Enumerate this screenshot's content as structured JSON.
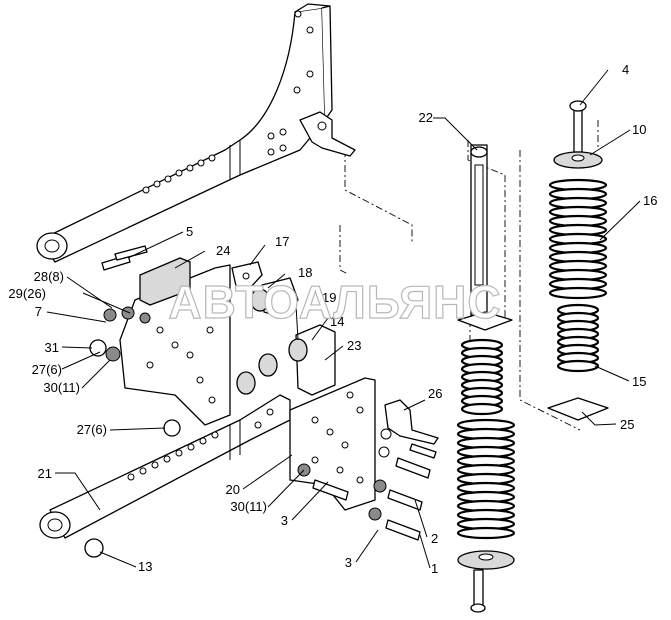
{
  "watermark": "АВТОАЛЬЯНС",
  "callouts": [
    "1",
    "2",
    "3",
    "3",
    "4",
    "5",
    "7",
    "10",
    "13",
    "14",
    "15",
    "16",
    "17",
    "18",
    "19",
    "20",
    "21",
    "22",
    "23",
    "24",
    "25",
    "26",
    "27(6)",
    "27(6)",
    "28(8)",
    "29(26)",
    "30(11)",
    "30(11)",
    "31"
  ]
}
